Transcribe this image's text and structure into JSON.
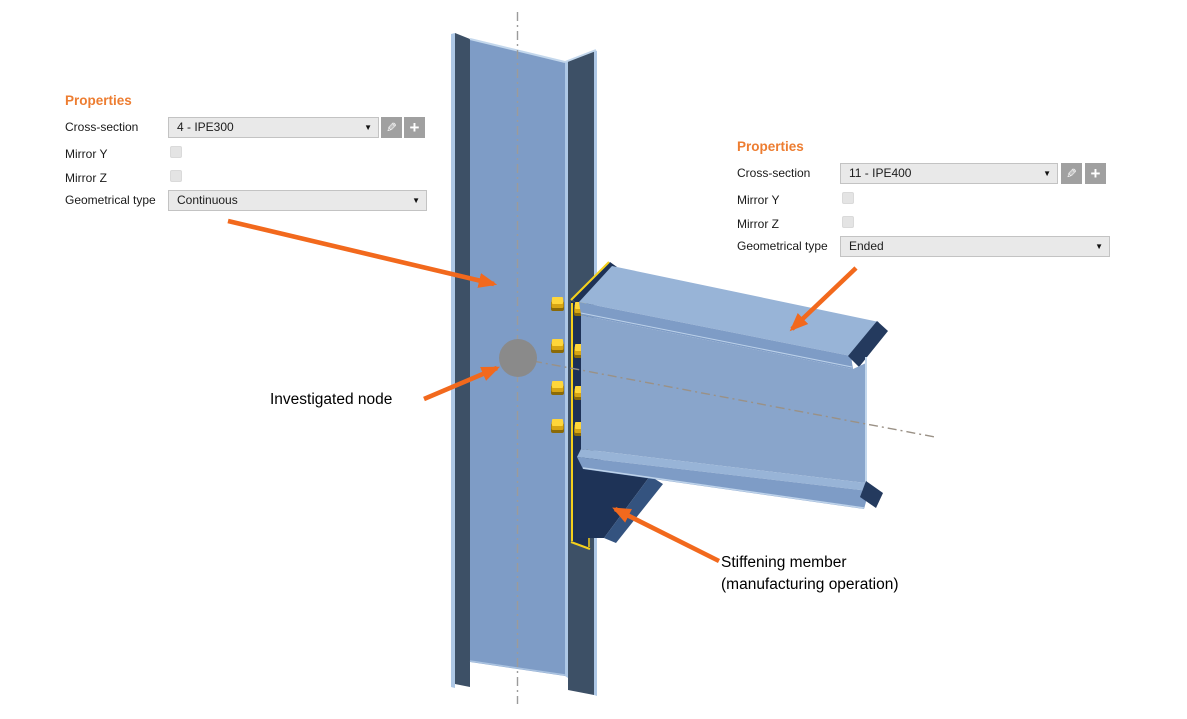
{
  "panels": {
    "left": {
      "title": "Properties",
      "cross_section": {
        "label": "Cross-section",
        "value": "4 - IPE300"
      },
      "mirror_y": {
        "label": "Mirror Y",
        "checked": false
      },
      "mirror_z": {
        "label": "Mirror Z",
        "checked": false
      },
      "geometrical_type": {
        "label": "Geometrical type",
        "value": "Continuous"
      }
    },
    "right": {
      "title": "Properties",
      "cross_section": {
        "label": "Cross-section",
        "value": "11 - IPE400"
      },
      "mirror_y": {
        "label": "Mirror Y",
        "checked": false
      },
      "mirror_z": {
        "label": "Mirror Z",
        "checked": false
      },
      "geometrical_type": {
        "label": "Geometrical type",
        "value": "Ended"
      }
    }
  },
  "annotations": {
    "investigated_node": "Investigated node",
    "stiffener_line1": "Stiffening member",
    "stiffener_line2": "(manufacturing operation)"
  },
  "icons": {
    "edit": "✎",
    "add": "+",
    "caret": "▼"
  },
  "colors": {
    "accent_orange": "#ed7d31",
    "arrow_orange": "#f2691d",
    "steel_web": "#7e9cc6",
    "steel_top": "#98b4d7",
    "steel_dark_flange": "#3d5066",
    "plate_navy": "#1d3156",
    "weld_yellow": "#f5d01c",
    "bolt_yellow": "#ffd63a",
    "node_gray": "#8a8a8a",
    "axis_gray": "#9b9b9b"
  }
}
